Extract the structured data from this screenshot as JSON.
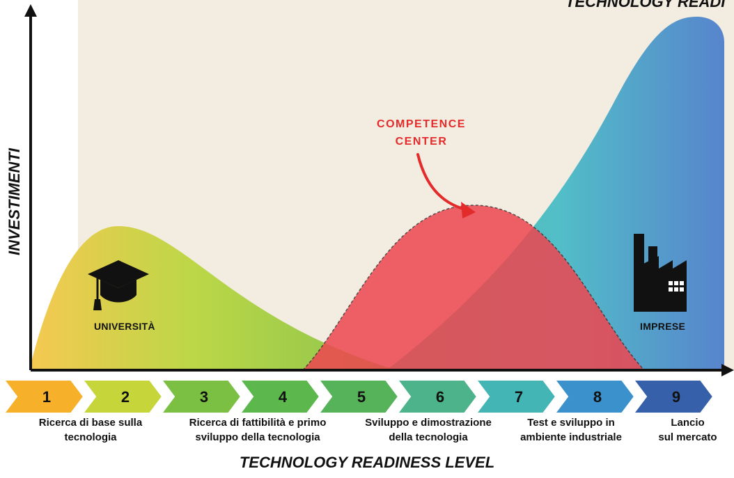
{
  "titles": {
    "top": "TECHNOLOGY READI",
    "x_axis": "TECHNOLOGY READINESS LEVEL",
    "y_axis": "INVESTIMENTI"
  },
  "actors": {
    "university": "UNIVERSITÀ",
    "companies": "IMPRESE",
    "competence_center": [
      "COMPETENCE",
      "CENTER"
    ]
  },
  "levels": [
    "1",
    "2",
    "3",
    "4",
    "5",
    "6",
    "7",
    "8",
    "9"
  ],
  "level_colors": [
    "#f7b02a",
    "#c6d53a",
    "#7cc043",
    "#5cb84c",
    "#56b35a",
    "#4cb38a",
    "#43b5b4",
    "#3a91cc",
    "#3660aa"
  ],
  "phases": [
    {
      "lines": [
        "Ricerca di base sulla",
        "tecnologia"
      ]
    },
    {
      "lines": [
        "Ricerca di fattibilità e primo",
        "sviluppo della tecnologia"
      ]
    },
    {
      "lines": [
        "Sviluppo e dimostrazione",
        "della tecnologia"
      ]
    },
    {
      "lines": [
        "Test e sviluppo in",
        "ambiente industriale"
      ]
    },
    {
      "lines": [
        "Lancio",
        "sul mercato"
      ]
    }
  ],
  "colors": {
    "background": "#f2ede0",
    "competence": "#ee4650",
    "university_start": "#f5c648",
    "university_end": "#84c146",
    "companies_start": "#48bf9c",
    "companies_end": "#4f7fcc",
    "annotation": "#e42b2b"
  },
  "icons": {
    "university": "graduation-cap-icon",
    "companies": "factory-icon"
  }
}
